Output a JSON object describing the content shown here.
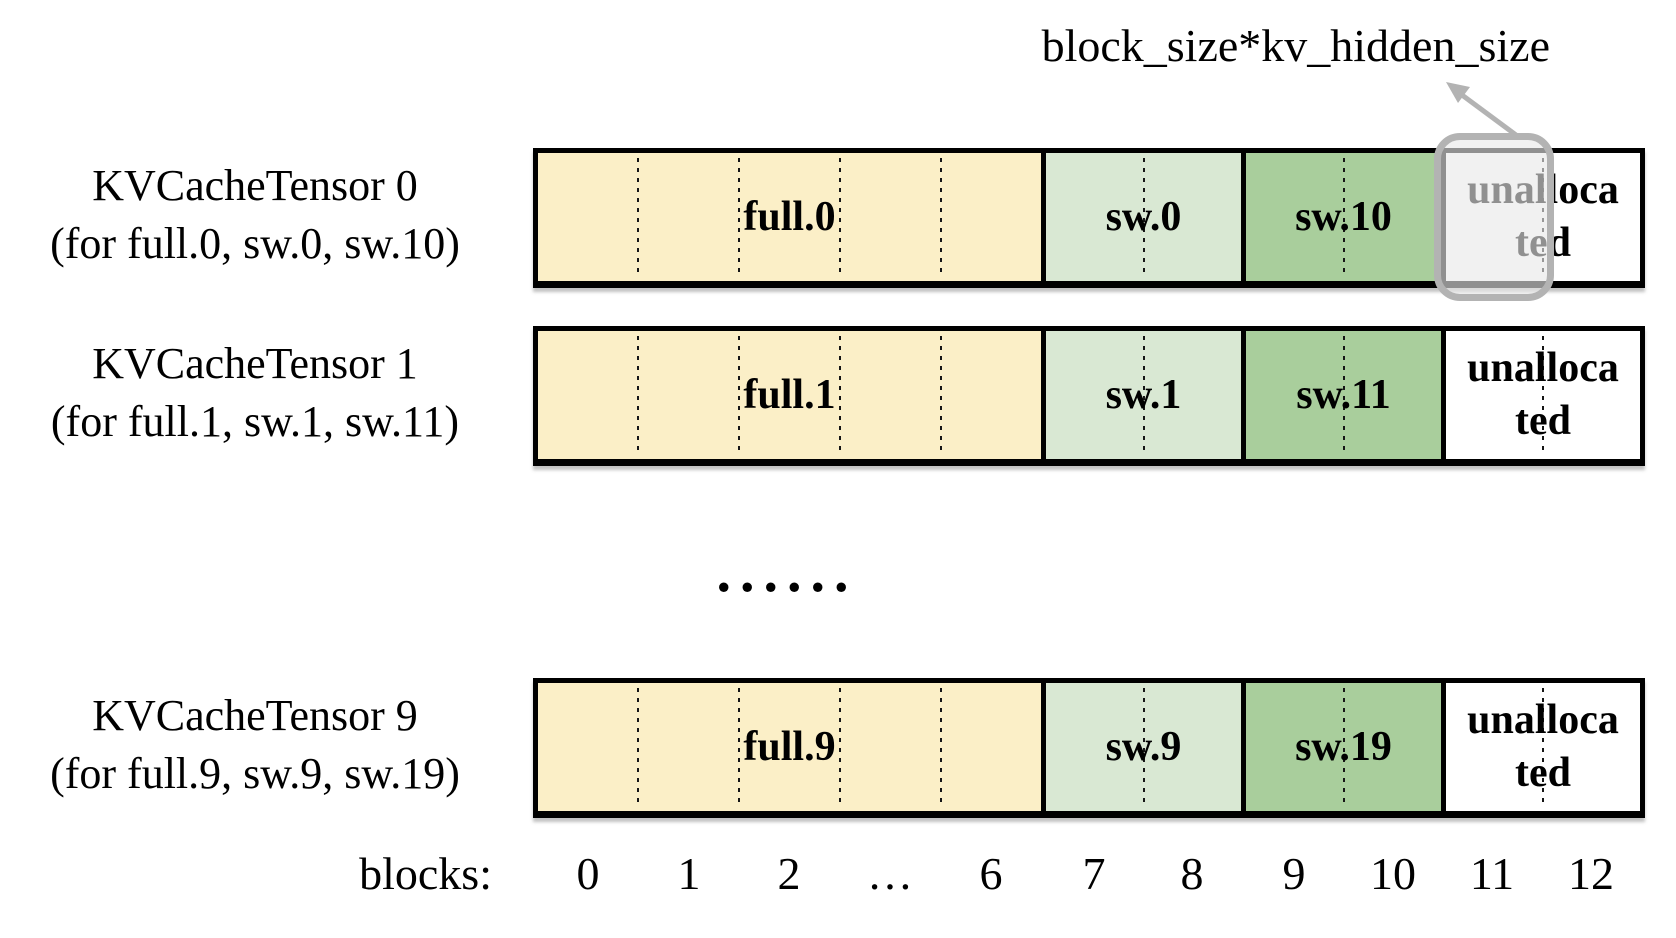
{
  "annotation": {
    "label": "block_size*kv_hidden_size"
  },
  "rows": [
    {
      "title": "KVCacheTensor 0",
      "subtitle": "(for full.0, sw.0, sw.10)",
      "segments": {
        "full": "full.0",
        "sw_low": "sw.0",
        "sw_high": "sw.10",
        "unallocated_lines": [
          "unalloca",
          "ted"
        ]
      }
    },
    {
      "title": "KVCacheTensor 1",
      "subtitle": "(for full.1, sw.1, sw.11)",
      "segments": {
        "full": "full.1",
        "sw_low": "sw.1",
        "sw_high": "sw.11",
        "unallocated_lines": [
          "unalloca",
          "ted"
        ]
      }
    },
    {
      "title": "KVCacheTensor 9",
      "subtitle": "(for full.9, sw.9, sw.19)",
      "segments": {
        "full": "full.9",
        "sw_low": "sw.9",
        "sw_high": "sw.19",
        "unallocated_lines": [
          "unalloca",
          "ted"
        ]
      }
    }
  ],
  "ellipsis_rows": "......",
  "blocks": {
    "caption": "blocks:",
    "labels": [
      "0",
      "1",
      "2",
      "…",
      "6",
      "7",
      "8",
      "9",
      "10",
      "11",
      "12"
    ]
  },
  "colors": {
    "full_segment": "#FBEFC7",
    "sw_low_segment": "#D9E8D3",
    "sw_high_segment": "#A9CE9C",
    "highlight_gray": "#B3B3B3",
    "border_black": "#000000"
  }
}
